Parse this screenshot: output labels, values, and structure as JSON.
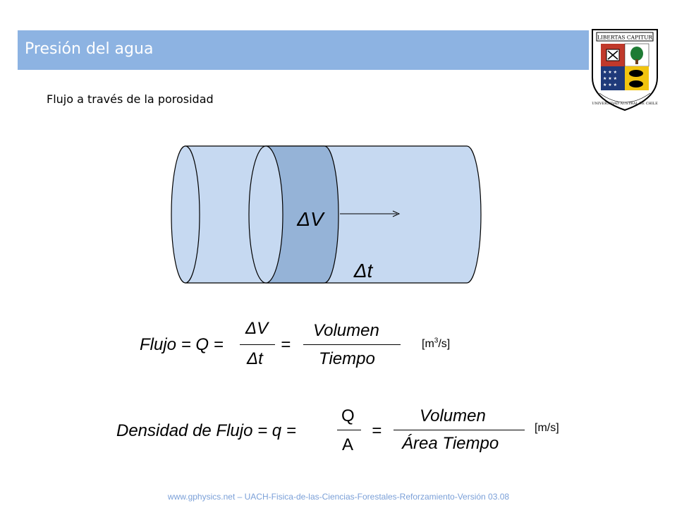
{
  "slide": {
    "title": "Presión del agua",
    "subtitle": "Flujo a través de la porosidad",
    "footer": "www.gphysics.net – UACH-Fisica-de-las-Ciencias-Forestales-Reforzamiento-Versión 03.08"
  },
  "logo": {
    "motto": "LIBERTAS CAPITUR",
    "institution": "UNIVERSIDAD AUSTRAL DE CHILE"
  },
  "diagram": {
    "volume_label": "ΔV",
    "time_label": "Δt"
  },
  "equation1": {
    "lhs": "Flujo = Q =",
    "frac1_num": "ΔV",
    "frac1_den": "Δt",
    "equals": "=",
    "frac2_num": "Volumen",
    "frac2_den": "Tiempo",
    "unit_prefix": "[m",
    "unit_exp": "3",
    "unit_suffix": "/s]"
  },
  "equation2": {
    "lhs": "Densidad de Flujo = q =",
    "frac1_num": "Q",
    "frac1_den": "A",
    "equals": "=",
    "frac2_num": "Volumen",
    "frac2_den": "Área Tiempo",
    "unit": "[m/s]"
  },
  "colors": {
    "title_bar": "#8db3e2",
    "cylinder_fill": "#c6d9f1",
    "slab_fill": "#95b3d7",
    "footer_text": "#7ba0d8"
  }
}
